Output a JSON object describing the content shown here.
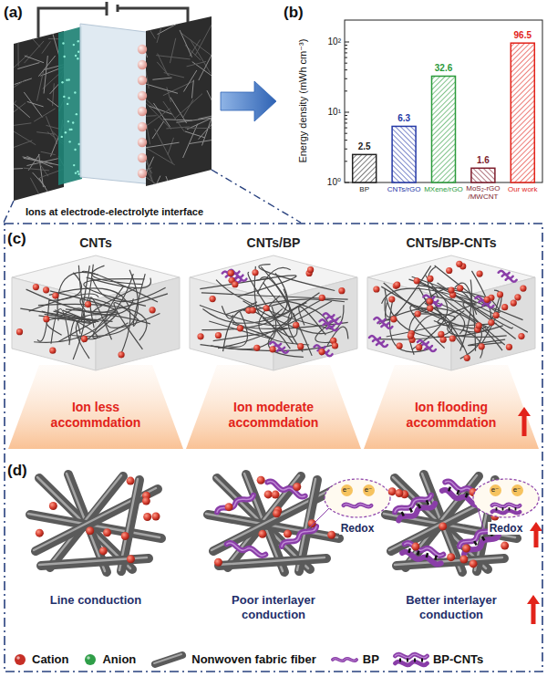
{
  "diagram": {
    "nodes": [
      {
        "text": [
          "(a)"
        ]
      },
      {
        "text": [
          "(b)"
        ]
      },
      {
        "text": [
          "Ions at electrode-electrolyte interface"
        ]
      },
      {
        "text": [
          "(c)"
        ],
        "in": 2
      },
      {
        "text": [
          "(d)"
        ],
        "in": 2
      }
    ],
    "edges": [
      {
        "from": 0,
        "to": 1,
        "arrow": "to"
      }
    ],
    "labels": [
      "Energy density (mWh cm⁻³)",
      "10²",
      "10¹",
      "10⁰",
      "2.5",
      "6.3",
      "32.6",
      "1.6",
      "96.5",
      "BP",
      "CNTs/rGO",
      "MXene/rGO",
      "MoS₂-rGO /MWCNT",
      "Our work",
      "CNTs",
      "CNTs/BP",
      "CNTs/BP-CNTs",
      "Ion less accommdation",
      "Ion moderate accommdation",
      "Ion flooding accommdation",
      "e⁻",
      "e⁻",
      "Redox",
      "e⁻",
      "e⁻",
      "Redox",
      "Line conduction",
      "Poor interlayer conduction",
      "Better interlayer conduction"
    ],
    "legend": [
      {
        "text": "Cation",
        "color": "#c62f26"
      },
      {
        "text": "Anion",
        "color": "#2f9e48"
      },
      {
        "text": "Nonwoven fabric fiber"
      },
      {
        "text": "BP"
      },
      {
        "text": "BP-CNTs"
      }
    ]
  }
}
